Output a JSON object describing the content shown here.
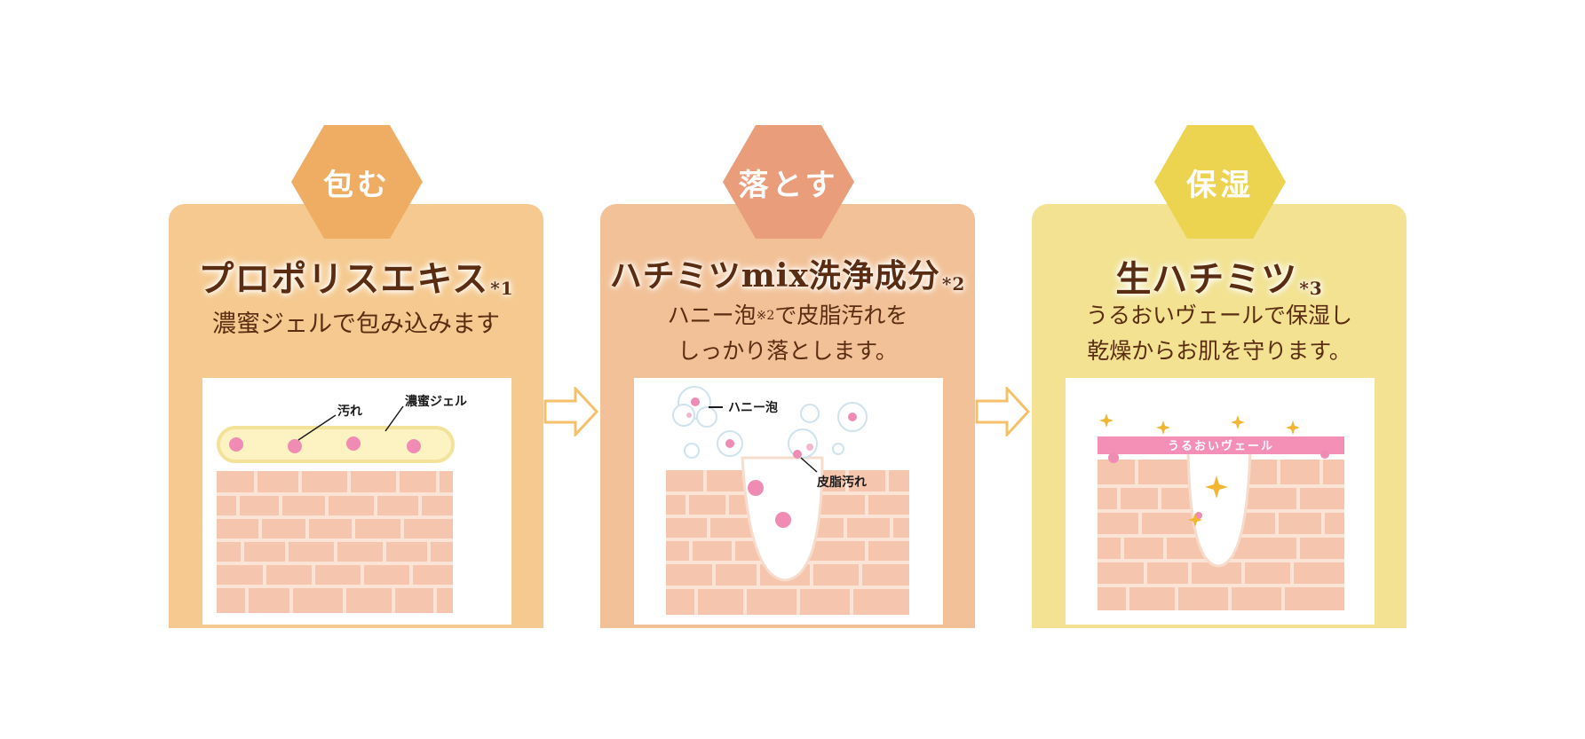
{
  "colors": {
    "card1": "#f5c98f",
    "hex1": "#efad63",
    "card2": "#f2c197",
    "hex2": "#e99d7a",
    "card3": "#f2e292",
    "hex3": "#ecd350",
    "text": "#5a2c12",
    "skin": "#f6c5ae",
    "dirt": "#f08cb4",
    "arrow": "#f6c068"
  },
  "steps": [
    {
      "hex_label": "包む",
      "title": "プロポリスエキス",
      "title_note": "*1",
      "desc_lines": [
        "濃蜜ジェルで包み込みます"
      ],
      "labels": {
        "dirt": "汚れ",
        "gel": "濃蜜ジェル"
      },
      "icons": [
        "skin-cells-icon",
        "gel-layer-icon",
        "dirt-dot-icon"
      ]
    },
    {
      "hex_label": "落とす",
      "title": "ハチミツmix洗浄成分",
      "title_note": "*2",
      "desc_line1_pre": "ハニー泡",
      "desc_line1_note": "※2",
      "desc_line1_post": "で皮脂汚れを",
      "desc_line2": "しっかり落とします。",
      "labels": {
        "foam": "ハニー泡",
        "sebum": "皮脂汚れ"
      },
      "icons": [
        "skin-cells-icon",
        "pore-icon",
        "foam-bubble-icon"
      ]
    },
    {
      "hex_label": "保湿",
      "title": "生ハチミツ",
      "title_note": "*3",
      "desc_lines": [
        "うるおいヴェールで保湿し",
        "乾燥からお肌を守ります。"
      ],
      "labels": {
        "veil": "うるおいヴェール"
      },
      "icons": [
        "skin-cells-icon",
        "veil-icon",
        "sparkle-icon"
      ]
    }
  ],
  "arrows": [
    "right-arrow-icon",
    "right-arrow-icon"
  ]
}
